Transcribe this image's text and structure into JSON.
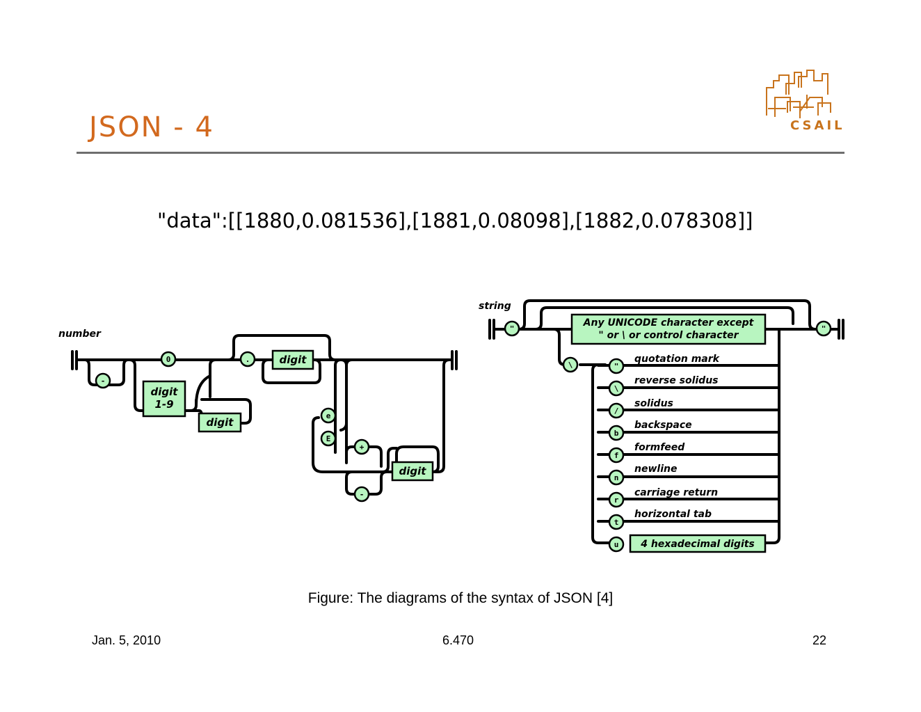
{
  "slide": {
    "title": "JSON - 4",
    "example_code": "\"data\":[[1880,0.081536],[1881,0.08098],[1882,0.078308]]",
    "caption": "Figure: The diagrams of the syntax of JSON [4]",
    "footer": {
      "date": "Jan. 5, 2010",
      "course": "6.470",
      "page": "22"
    },
    "logo_text": "CSAIL"
  },
  "number_diagram": {
    "label": "number",
    "tokens": {
      "minus": "-",
      "zero": "0",
      "dot": ".",
      "e_lower": "e",
      "e_upper": "E",
      "plus": "+",
      "minus2": "-"
    },
    "boxes": {
      "digit19_line1": "digit",
      "digit19_line2": "1-9",
      "digit_a": "digit",
      "digit_b": "digit",
      "digit_c": "digit"
    }
  },
  "string_diagram": {
    "label": "string",
    "quote": "\"",
    "char_box_line1": "Any UNICODE character except",
    "char_box_line2": "\" or \\  or control character",
    "backslash": "\\",
    "escapes": [
      {
        "char": "\"",
        "label": "quotation mark"
      },
      {
        "char": "\\",
        "label": "reverse solidus"
      },
      {
        "char": "/",
        "label": "solidus"
      },
      {
        "char": "b",
        "label": "backspace"
      },
      {
        "char": "f",
        "label": "formfeed"
      },
      {
        "char": "n",
        "label": "newline"
      },
      {
        "char": "r",
        "label": "carriage return"
      },
      {
        "char": "t",
        "label": "horizontal tab"
      },
      {
        "char": "u",
        "label": ""
      }
    ],
    "hex_box": "4 hexadecimal digits"
  },
  "colors": {
    "title": "#d2691e",
    "box_fill": "#b8f5c0",
    "logo": "#c8731c",
    "rule": "#6e6e6e"
  }
}
